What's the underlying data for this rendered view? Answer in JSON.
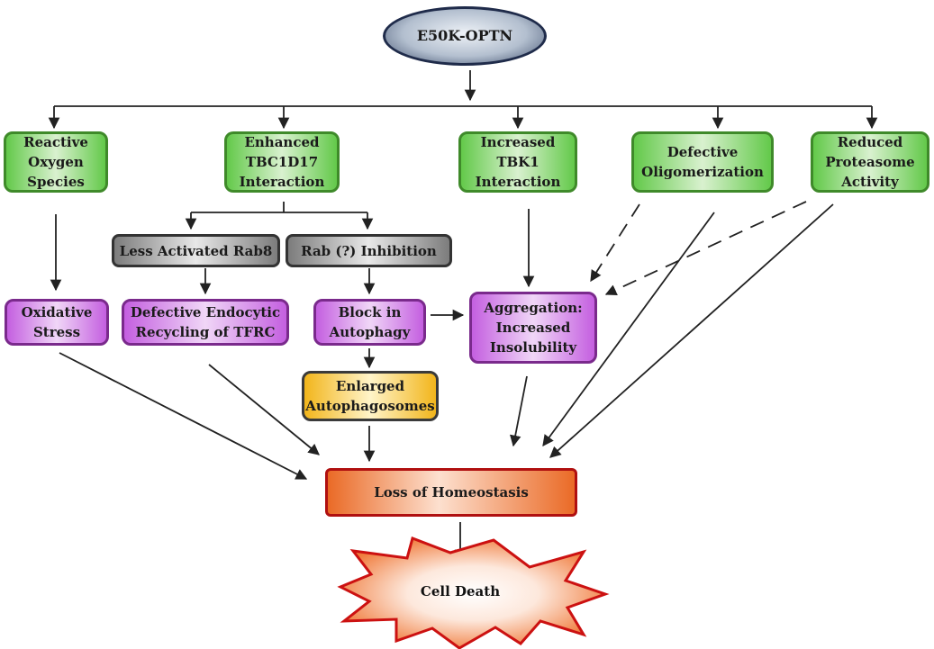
{
  "root": {
    "label": "E50K-OPTN"
  },
  "level1": {
    "ros": "Reactive\nOxygen\nSpecies",
    "tbc": "Enhanced\nTBC1D17\nInteraction",
    "tbk1": "Increased\nTBK1\nInteraction",
    "oligo": "Defective\nOligomerization",
    "proteasome": "Reduced\nProteasome\nActivity"
  },
  "level2": {
    "rab8": "Less Activated Rab8",
    "rab_inhib": "Rab (?) Inhibition"
  },
  "level3": {
    "oxidative": "Oxidative\nStress",
    "endocytic": "Defective Endocytic\nRecycling of TFRC",
    "autophagy": "Block in\nAutophagy",
    "aggregation": "Aggregation:\nIncreased\nInsolubility"
  },
  "level4": {
    "autophagosomes": "Enlarged\nAutophagosomes"
  },
  "homeostasis": {
    "label": "Loss of Homeostasis"
  },
  "death": {
    "label": "Cell Death"
  },
  "colors": {
    "green": "#63c94a",
    "purple": "#c45fe0",
    "gray": "#7c7c7c",
    "yellow": "#f2b51b",
    "orange": "#ea6a26",
    "star_border": "#cc1111",
    "arrow": "#222222"
  }
}
